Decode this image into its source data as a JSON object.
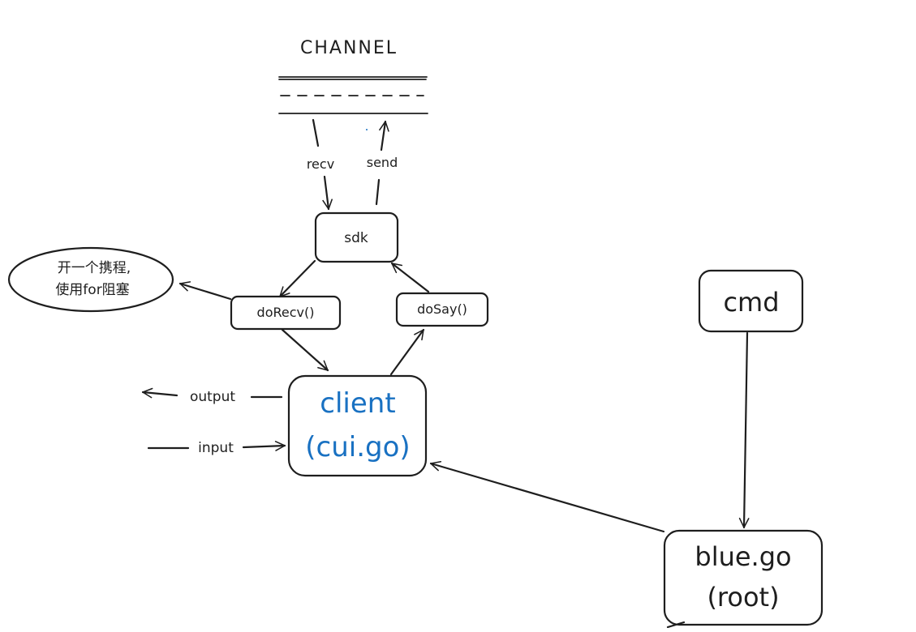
{
  "diagram": {
    "channel": {
      "title": "CHANNEL"
    },
    "edges": {
      "recv": "recv",
      "send": "send",
      "output": "output",
      "input": "input"
    },
    "nodes": {
      "sdk": "sdk",
      "do_recv": "doRecv()",
      "do_say": "doSay()",
      "client_line1": "client",
      "client_line2": "(cui.go)",
      "cmd": "cmd",
      "blue_line1": "blue.go",
      "blue_line2": "(root)",
      "note_line1": "开一个携程,",
      "note_line2": "使用for阻塞"
    },
    "colors": {
      "ink": "#1e1e1e",
      "client_text": "#1971c2"
    }
  }
}
